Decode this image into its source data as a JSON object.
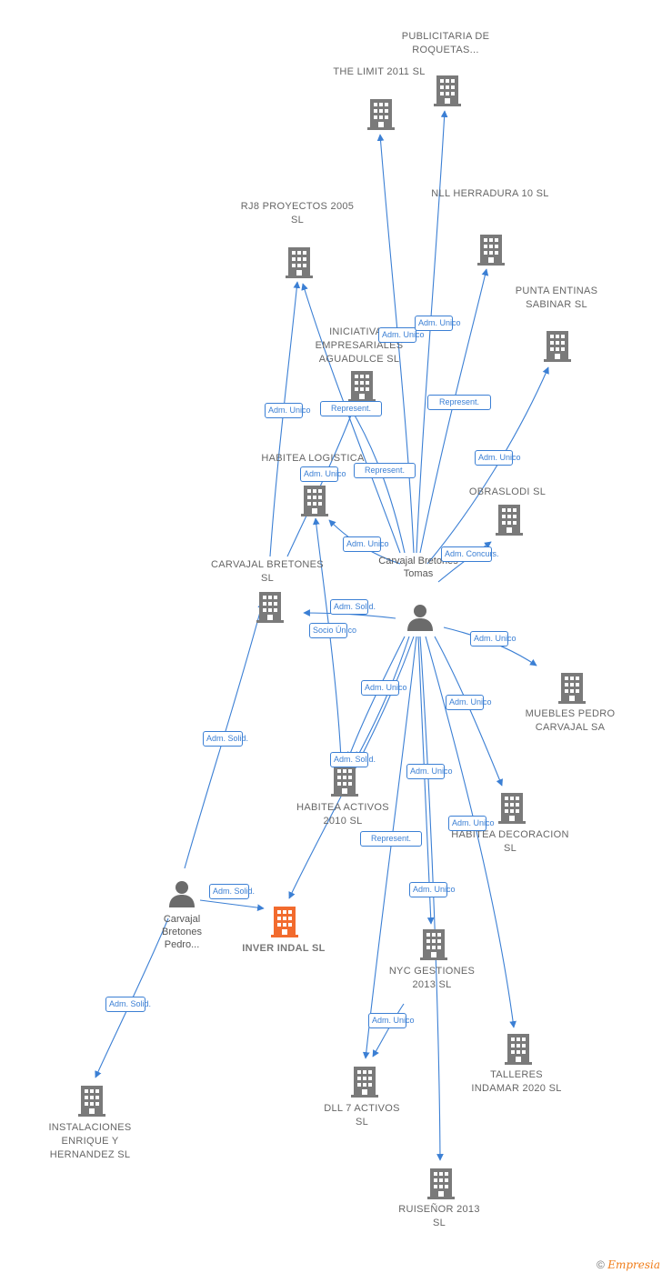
{
  "center_person": {
    "label": "Carvajal Bretones Tomas"
  },
  "second_person": {
    "label": "Carvajal Bretones Pedro..."
  },
  "companies": {
    "publicitaria": "PUBLICITARIA DE ROQUETAS...",
    "thelimit": "THE LIMIT 2011 SL",
    "rj8": "RJ8 PROYECTOS 2005 SL",
    "nll": "NLL HERRADURA 10 SL",
    "punta": "PUNTA ENTINAS SABINAR SL",
    "iniciativas": "INICIATIVAS EMPRESARIALES AGUADULCE SL",
    "logistica": "HABITEA LOGISTICA",
    "obraslodi": "OBRASLODI SL",
    "carvajal_bretones": "CARVAJAL BRETONES SL",
    "muebles": "MUEBLES PEDRO CARVAJAL SA",
    "activos2010": "HABITEA ACTIVOS 2010 SL",
    "decoracion": "HABITEA DECORACION SL",
    "inver": "INVER INDAL SL",
    "nyc": "NYC GESTIONES 2013 SL",
    "instalaciones": "INSTALACIONES ENRIQUE Y HERNANDEZ SL",
    "dll7": "DLL 7 ACTIVOS SL",
    "talleres": "TALLERES INDAMAR 2020 SL",
    "ruisenor": "RUISEÑOR 2013 SL"
  },
  "relations": {
    "r_thelimit": "Adm. Unico",
    "r_publicitaria": "Adm. Unico",
    "r_nll": "Represent.",
    "r_rj8_represent": "Represent.",
    "r_rj8_carvajal": "Adm. Unico",
    "r_iniciativas_represent": "Represent.",
    "r_logistica_carvajal": "Adm. Unico",
    "r_punta": "Adm. Unico",
    "r_logistica_tomas": "Adm. Unico",
    "r_obraslodi": "Adm. Concurs.",
    "r_carvajal_solid": "Adm. Solid.",
    "r_socio": "Socio Único",
    "r_muebles": "Adm. Unico",
    "r_activos_unico": "Adm. Unico",
    "r_decoracion": "Adm. Unico",
    "r_pedro_carvajal": "Adm. Solid.",
    "r_activos_solid": "Adm. Solid.",
    "r_ruisenor": "Adm. Unico",
    "r_talleres": "Adm. Unico",
    "r_represent_dll": "Represent.",
    "r_nyc": "Adm. Unico",
    "r_pedro_inver": "Adm. Solid.",
    "r_instalaciones": "Adm. Solid.",
    "r_dll_nyc": "Adm. Unico"
  },
  "footer": {
    "copyright": "©",
    "brand": "Empresia"
  },
  "colors": {
    "edge": "#3b7fd4",
    "building": "#7a7a7a",
    "focal_building": "#f26b2e",
    "person": "#6b6b6b"
  }
}
